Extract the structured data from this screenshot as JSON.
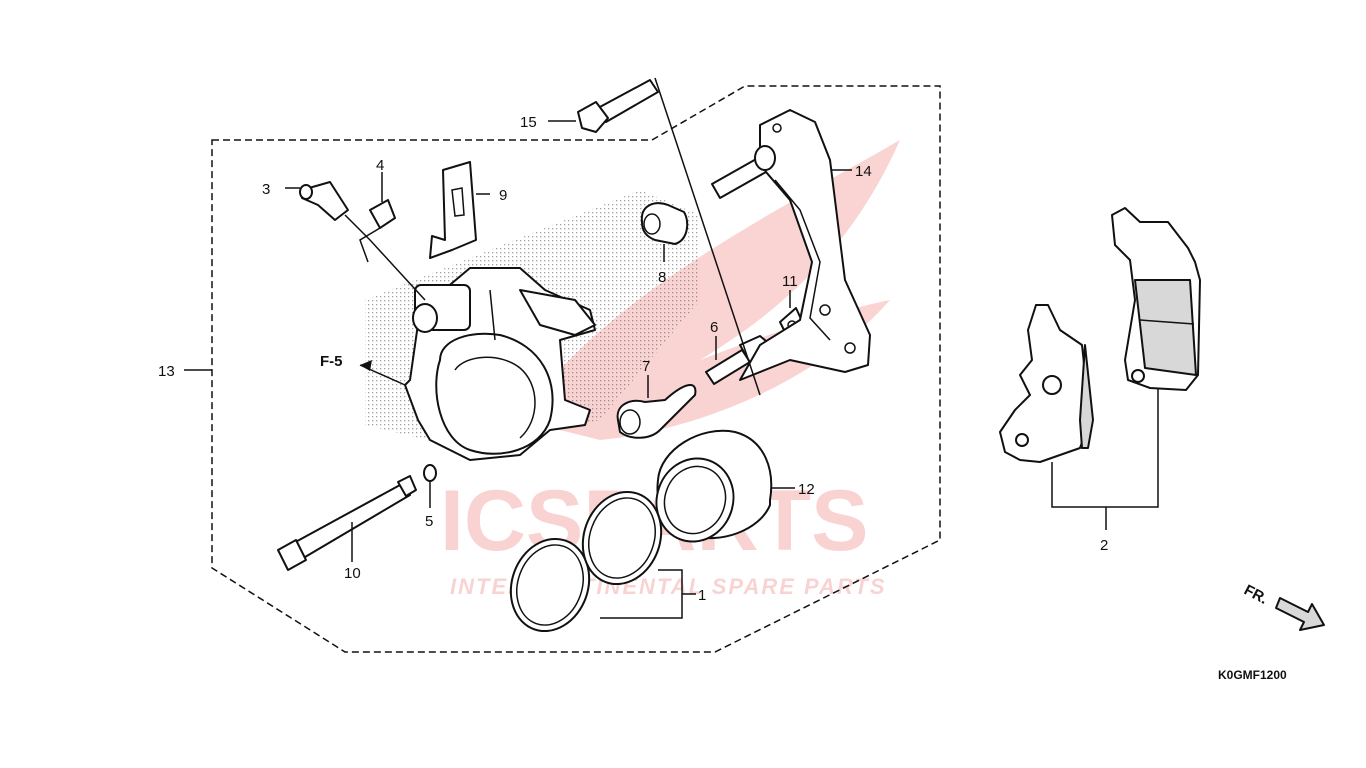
{
  "watermark": {
    "brand": "ICSPARTS",
    "tagline": "INTERCONTINENTAL SPARE PARTS",
    "accent_color": "#e53935"
  },
  "direction_marker": "FR.",
  "reference_marker": "F-5",
  "diagram_code": "K0GMF1200",
  "callouts": {
    "c1": "1",
    "c2": "2",
    "c3": "3",
    "c4": "4",
    "c5": "5",
    "c6": "6",
    "c7": "7",
    "c8": "8",
    "c9": "9",
    "c10": "10",
    "c11": "11",
    "c12": "12",
    "c13": "13",
    "c14": "14",
    "c15": "15"
  }
}
